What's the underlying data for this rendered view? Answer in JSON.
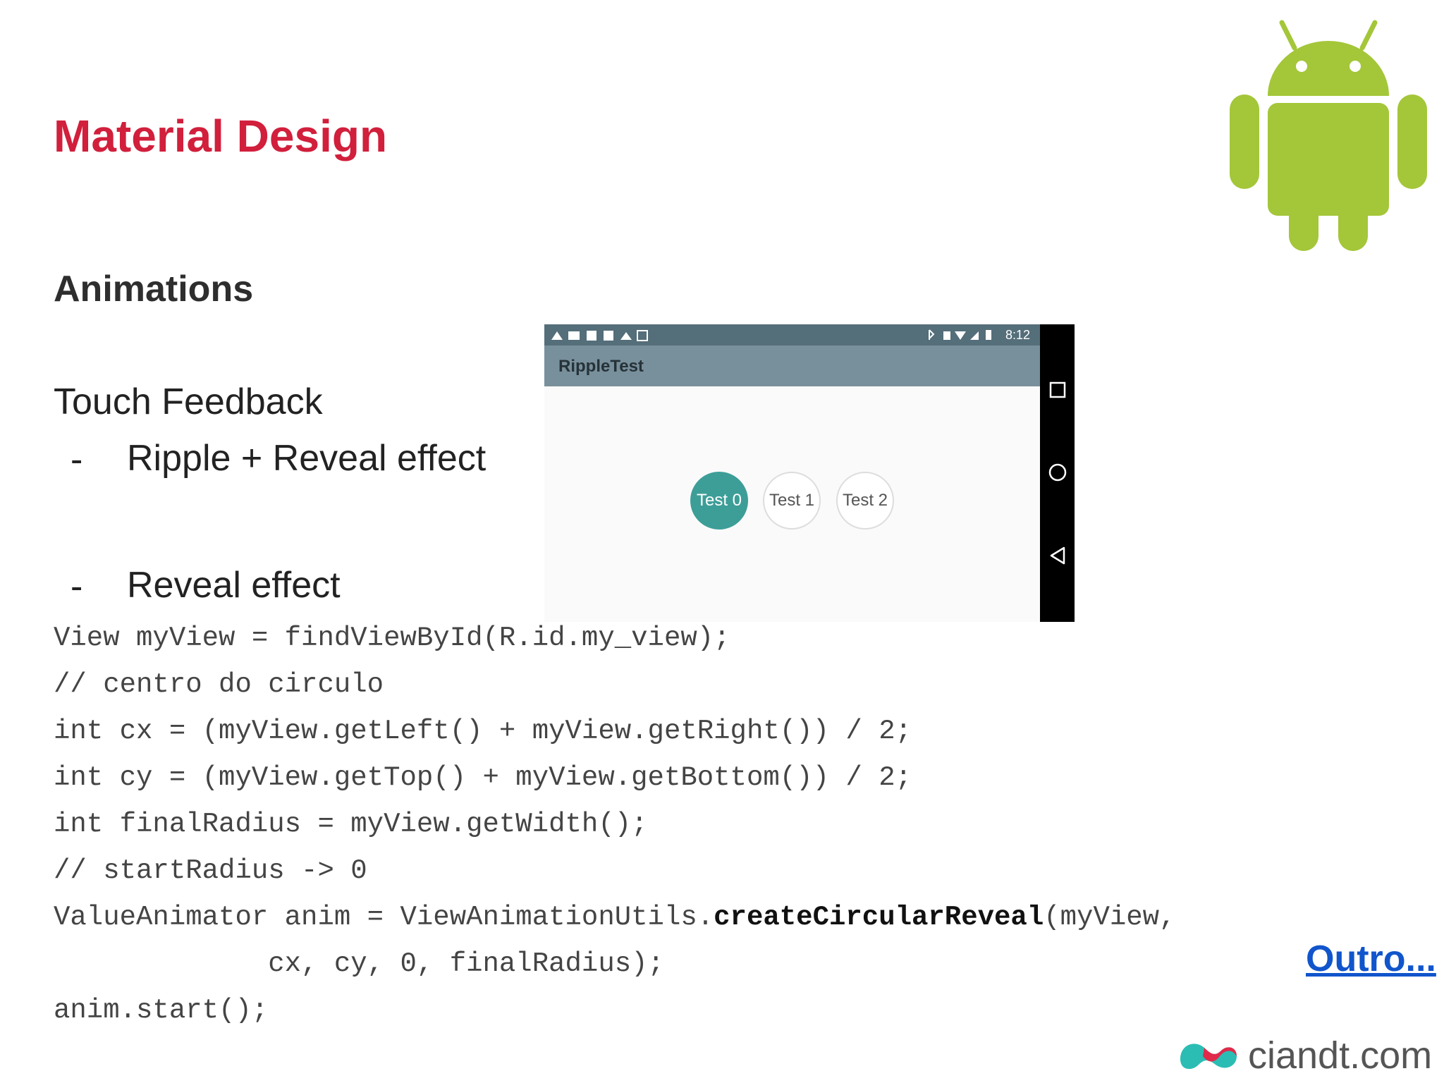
{
  "slide": {
    "title": "Material Design",
    "subtitle": "Animations",
    "section_heading": "Touch Feedback",
    "bullets": [
      {
        "marker": "-",
        "text": "Ripple + Reveal effect"
      },
      {
        "marker": "-",
        "text": "Reveal effect"
      }
    ],
    "link_label": "Outro..."
  },
  "code": {
    "line1": "View myView = findViewById(R.id.my_view);",
    "line2": "// centro do circulo",
    "line3": "int cx = (myView.getLeft() + myView.getRight()) / 2;",
    "line4": "int cy = (myView.getTop() + myView.getBottom()) / 2;",
    "line5": "int finalRadius = myView.getWidth();",
    "line6": "// startRadius -> 0",
    "line7a": "ValueAnimator anim = ViewAnimationUtils.",
    "line7b": "createCircularReveal",
    "line7c": "(myView,",
    "line8": "             cx, cy, 0, finalRadius);",
    "line9": "anim.start();"
  },
  "phone": {
    "status_time": "8:12",
    "app_title": "RippleTest",
    "buttons": [
      "Test 0",
      "Test 1",
      "Test 2"
    ],
    "nav_icons": [
      "square-icon",
      "circle-icon",
      "back-triangle-icon"
    ]
  },
  "brand": {
    "logo_text": "ciandt.com",
    "android_icon": "android-robot-icon"
  },
  "colors": {
    "title": "#d11f3c",
    "link": "#1155cc",
    "android_green": "#a4c639",
    "button_active": "#3d9e98",
    "logo_teal": "#2bbdb3",
    "logo_red": "#e02a4a"
  }
}
